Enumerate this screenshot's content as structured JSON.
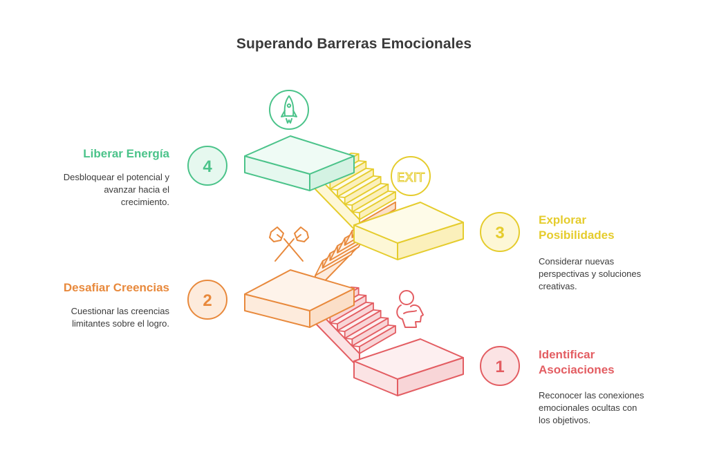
{
  "title": "Superando Barreras Emocionales",
  "colors": {
    "red": "#e35d62",
    "orange": "#e8893c",
    "yellow": "#e5cc2d",
    "green": "#4bc38a"
  },
  "steps": [
    {
      "number": "1",
      "title_lines": [
        "Identificar",
        "Asociaciones"
      ],
      "desc_lines": [
        "Reconocer las conexiones",
        "emocionales ocultas con",
        "los objetivos."
      ],
      "icon": "person-head-icon"
    },
    {
      "number": "2",
      "title_lines": [
        "Desafiar Creencias"
      ],
      "desc_lines": [
        "Cuestionar las creencias",
        "limitantes sobre el logro."
      ],
      "icon": "hands-clasp-icon"
    },
    {
      "number": "3",
      "title_lines": [
        "Explorar",
        "Posibilidades"
      ],
      "desc_lines": [
        "Considerar nuevas",
        "perspectivas y soluciones",
        "creativas."
      ],
      "icon": "exit-sign-icon",
      "icon_label": "EXIT"
    },
    {
      "number": "4",
      "title_lines": [
        "Liberar Energía"
      ],
      "desc_lines": [
        "Desbloquear el potencial y",
        "avanzar hacia el",
        "crecimiento."
      ],
      "icon": "rocket-icon"
    }
  ]
}
